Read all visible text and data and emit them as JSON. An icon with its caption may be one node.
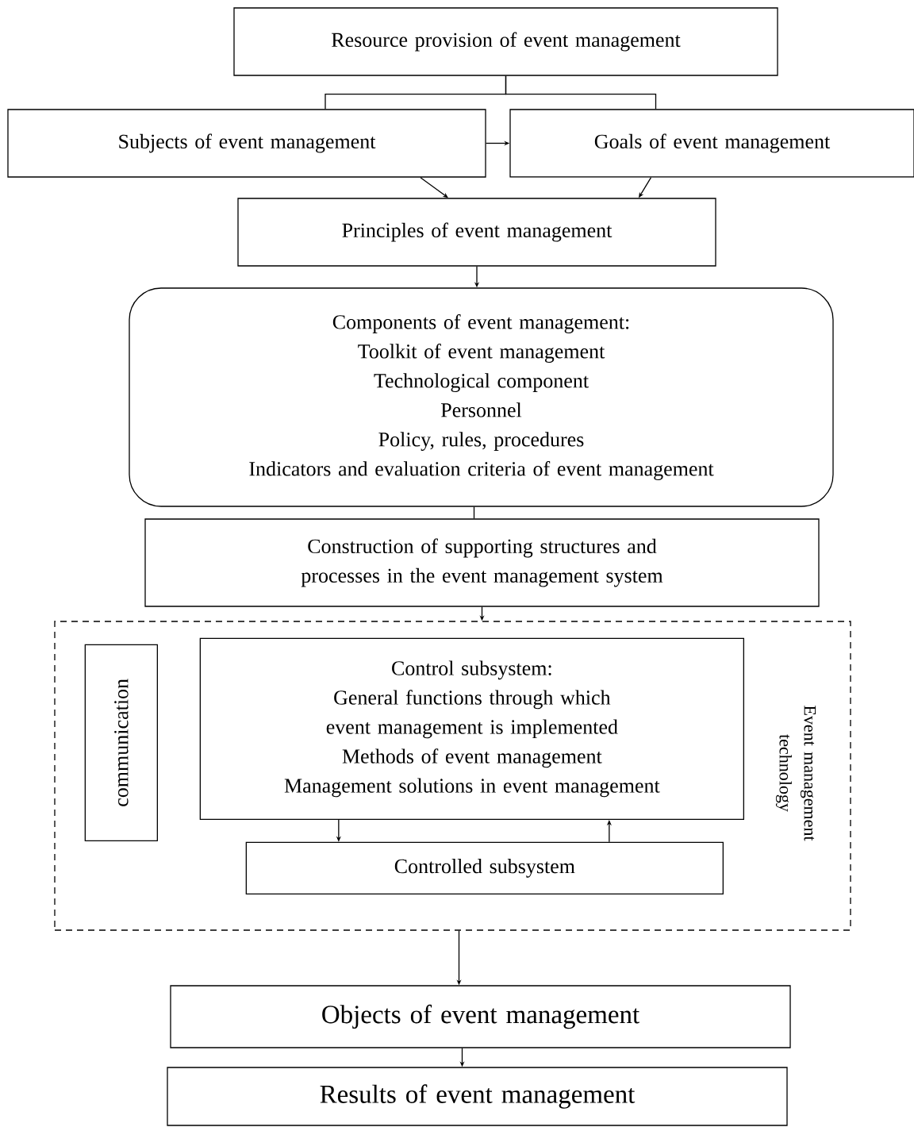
{
  "diagram": {
    "nodes": [
      {
        "text": [
          "Resource provision of event management"
        ]
      },
      {
        "text": [
          "Subjects of event management"
        ]
      },
      {
        "text": [
          "Goals of event management"
        ]
      },
      {
        "text": [
          "Principles of event management"
        ]
      },
      {
        "text": [
          "Components of event management:",
          "Toolkit of event management",
          "Technological component",
          "Personnel",
          "Policy, rules, procedures",
          "Indicators and evaluation criteria of event management"
        ]
      },
      {
        "text": [
          "Construction of supporting structures and processes in the event management system"
        ]
      },
      {
        "text": [
          "Event management technology"
        ]
      },
      {
        "text": [
          "communication"
        ],
        "in": 6
      },
      {
        "text": [
          "Control subsystem:",
          "General functions through which event management is implemented",
          "Methods of event management",
          "Management solutions in event management"
        ],
        "in": 6
      },
      {
        "text": [
          "Controlled subsystem"
        ],
        "in": 6
      },
      {
        "text": [
          "Objects of event management"
        ]
      },
      {
        "text": [
          "Results of event management"
        ]
      }
    ],
    "edges": [
      {
        "from": 0,
        "to": 1,
        "arrow": "none"
      },
      {
        "from": 0,
        "to": 2,
        "arrow": "none"
      },
      {
        "from": 1,
        "to": 2,
        "arrow": "to"
      },
      {
        "from": 1,
        "to": 3,
        "arrow": "to"
      },
      {
        "from": 2,
        "to": 3,
        "arrow": "to"
      },
      {
        "from": 3,
        "to": 4,
        "arrow": "to"
      },
      {
        "from": 4,
        "to": 5,
        "arrow": "none"
      },
      {
        "from": 5,
        "to": 6,
        "arrow": "to"
      },
      {
        "from": 8,
        "to": 9,
        "arrow": "to"
      },
      {
        "from": 9,
        "to": 8,
        "arrow": "to"
      },
      {
        "from": 6,
        "to": 10,
        "arrow": "to"
      },
      {
        "from": 10,
        "to": 11,
        "arrow": "to"
      }
    ]
  }
}
